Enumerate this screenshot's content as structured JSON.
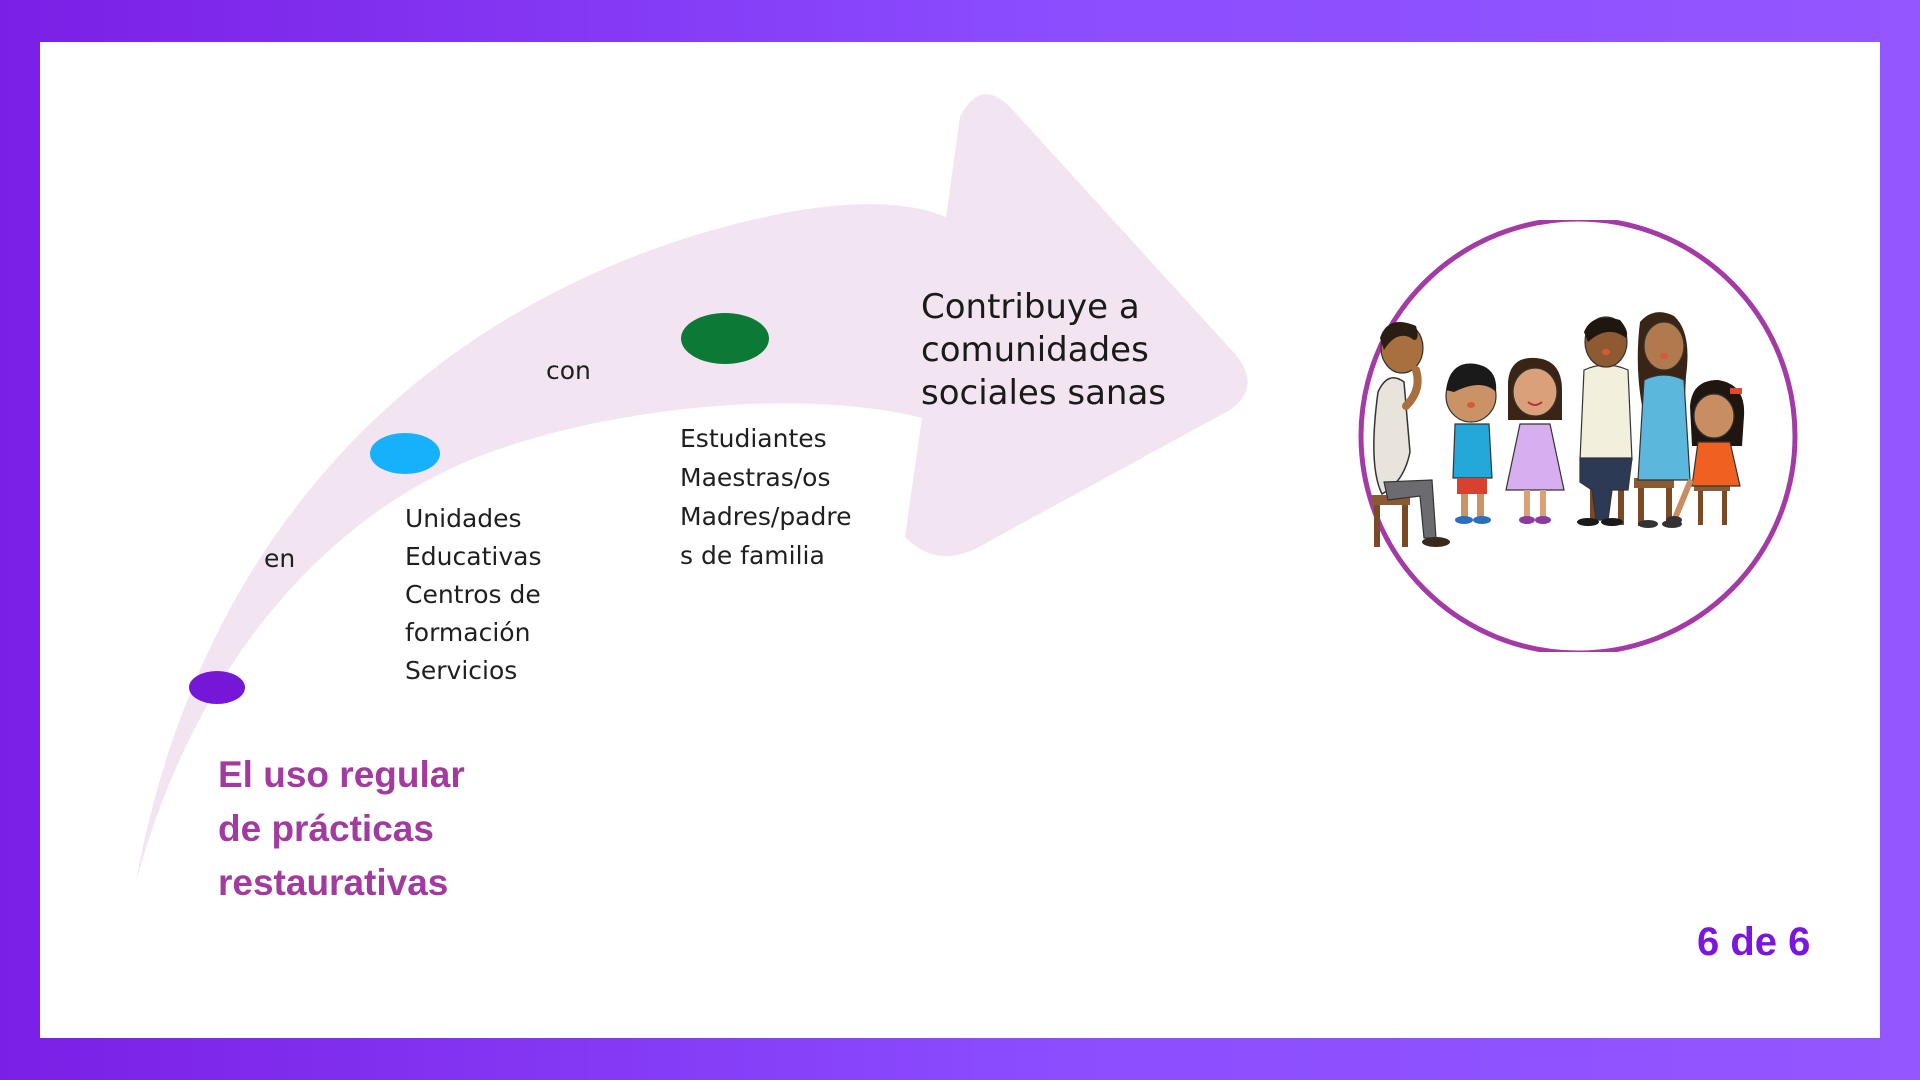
{
  "colors": {
    "frame": "#8b4dff",
    "arrow": "#f2e4f0",
    "dot_start": "#7417d6",
    "dot_middle": "#17b0fb",
    "dot_end": "#0c7a36",
    "headline": "#a23aa0",
    "circle_border": "#a33aa6",
    "page_number": "#7a16e0"
  },
  "diagram": {
    "headline": [
      "El uso regular",
      "de prácticas",
      "restaurativas"
    ],
    "connector_en": "en",
    "places": [
      "Unidades",
      "Educativas",
      "Centros de",
      "formación",
      "Servicios"
    ],
    "connector_con": "con",
    "participants": [
      "Estudiantes",
      "Maestras/os",
      "Madres/padre",
      "s de familia"
    ],
    "outcome": [
      "Contribuye a",
      "comunidades",
      "sociales sanas"
    ]
  },
  "illustration": {
    "icon": "family-group-illustration"
  },
  "footer": {
    "page_number": "6 de 6"
  }
}
